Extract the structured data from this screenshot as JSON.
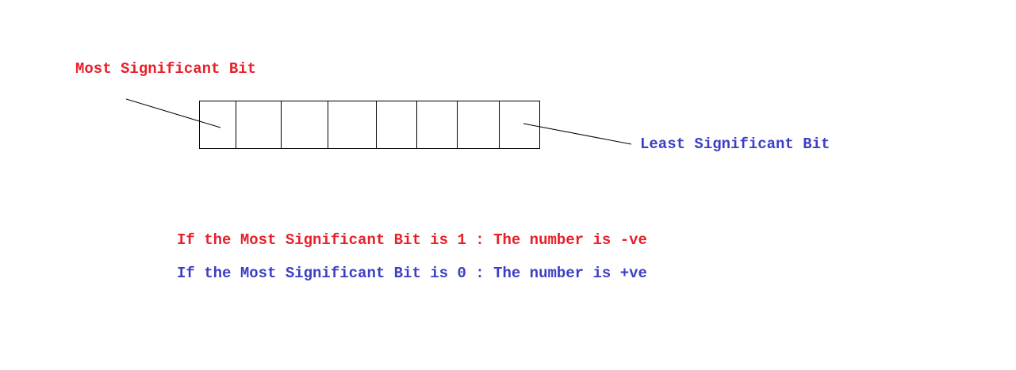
{
  "labels": {
    "msb": "Most Significant Bit",
    "lsb": "Least Significant Bit"
  },
  "rules": {
    "msb_one": "If the Most Significant Bit is 1 : The number is -ve",
    "msb_zero": "If the Most Significant Bit is 0 : The number is +ve"
  },
  "register": {
    "cell_count": 8
  },
  "colors": {
    "msb_text": "#e8202a",
    "lsb_text": "#3b3fc4",
    "lines": "#000000"
  }
}
